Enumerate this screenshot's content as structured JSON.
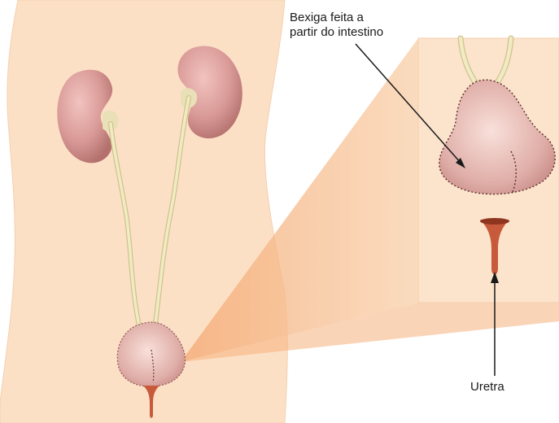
{
  "labels": {
    "neo_bladder_line1": "Bexiga feita a",
    "neo_bladder_line2": "partir do intestino",
    "urethra": "Uretra"
  },
  "colors": {
    "skin": "#fce0c6",
    "skin_outline": "#f0c9a8",
    "kidney": "#d99a97",
    "kidney_dark": "#b86f6d",
    "ureter": "#ede7b8",
    "bladder": "#e6b7b1",
    "urethra": "#c85a3c",
    "beam": "#f6b98a",
    "arrow": "#1a1a1a"
  }
}
